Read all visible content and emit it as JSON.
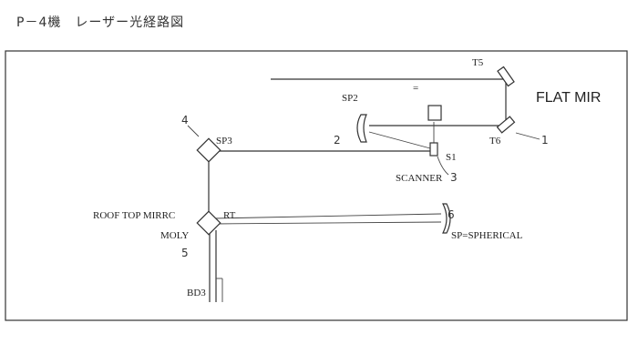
{
  "header": {
    "title": "P－4機　レーザー光経路図"
  },
  "labels": {
    "t5": "T5",
    "flat_mir": "FLAT MIR",
    "sp2": "SP2",
    "t6": "T6",
    "sp3": "SP3",
    "s1": "S1",
    "scanner": "SCANNER",
    "roof_top": "ROOF TOP MIRRC",
    "rt": "RT",
    "moly": "MOLY",
    "spherical": "SP=SPHERICAL",
    "bd3": "BD3",
    "small_mark": "="
  },
  "callouts": {
    "n1": "1",
    "n2": "2",
    "n3": "3",
    "n4": "4",
    "n5": "5",
    "n6": "6"
  }
}
